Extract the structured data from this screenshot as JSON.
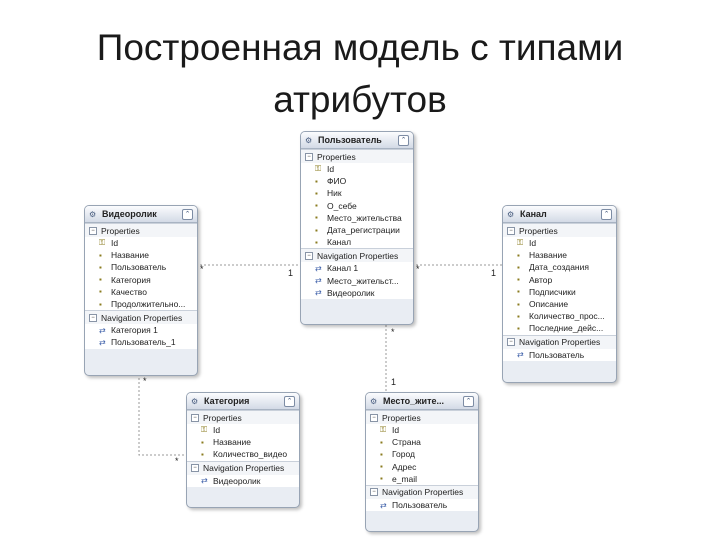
{
  "title": {
    "line1": "Построенная модель с типами",
    "line2": "атрибутов"
  },
  "section_labels": {
    "properties": "Properties",
    "navigation": "Navigation Properties"
  },
  "entities": {
    "polzovatel": {
      "name": "Пользователь",
      "properties": [
        "Id",
        "ФИО",
        "Ник",
        "О_себе",
        "Место_жительства",
        "Дата_регистрации",
        "Канал"
      ],
      "navigation": [
        "Канал 1",
        "Место_жительст...",
        "Видеоролик"
      ]
    },
    "videorolik": {
      "name": "Видеоролик",
      "properties": [
        "Id",
        "Название",
        "Пользователь",
        "Категория",
        "Качество",
        "Продолжительно..."
      ],
      "navigation": [
        "Категория 1",
        "Пользователь_1"
      ]
    },
    "kanal": {
      "name": "Канал",
      "properties": [
        "Id",
        "Название",
        "Дата_создания",
        "Автор",
        "Подписчики",
        "Описание",
        "Количество_прос...",
        "Последние_дейс..."
      ],
      "navigation": [
        "Пользователь"
      ]
    },
    "kategoriya": {
      "name": "Категория",
      "properties": [
        "Id",
        "Название",
        "Количество_видео"
      ],
      "navigation": [
        "Видеоролик"
      ]
    },
    "mesto": {
      "name": "Место_жите...",
      "properties": [
        "Id",
        "Страна",
        "Город",
        "Адрес",
        "e_mail"
      ],
      "navigation": [
        "Пользователь"
      ]
    }
  },
  "multiplicity": {
    "star": "*",
    "one": "1"
  },
  "icons": {
    "entity": "entity-icon",
    "property": "key-icon",
    "navigation": "navigation-icon",
    "collapse": "collapse-icon"
  }
}
